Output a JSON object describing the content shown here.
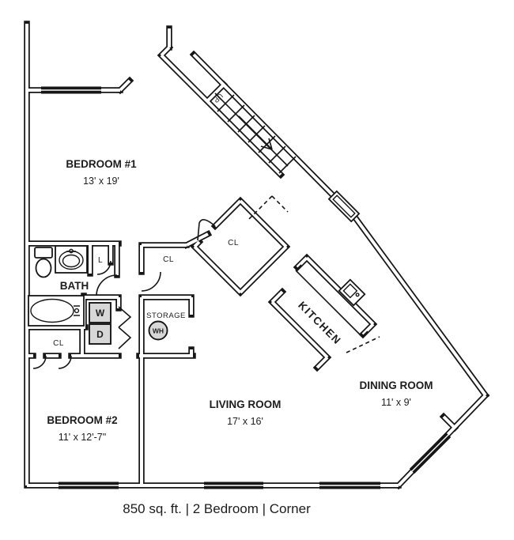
{
  "rooms": {
    "bedroom1": {
      "name": "BEDROOM #1",
      "dims": "13' x 19'"
    },
    "bedroom2": {
      "name": "BEDROOM #2",
      "dims": "11' x 12'-7\""
    },
    "living": {
      "name": "LIVING ROOM",
      "dims": "17' x 16'"
    },
    "dining": {
      "name": "DINING ROOM",
      "dims": "11' x 9'"
    },
    "kitchen": {
      "name": "KITCHEN"
    },
    "bath": {
      "name": "BATH"
    },
    "storage": {
      "name": "STORAGE"
    }
  },
  "labels": {
    "closet": "CL",
    "linen": "L",
    "washer": "W",
    "dryer": "D",
    "water_heater": "WH",
    "up": "UP"
  },
  "caption": "850 sq. ft. | 2 Bedroom | Corner",
  "colors": {
    "wall": "#161616",
    "text": "#1d1d1d",
    "fixture_fill": "#d7d7d7"
  }
}
